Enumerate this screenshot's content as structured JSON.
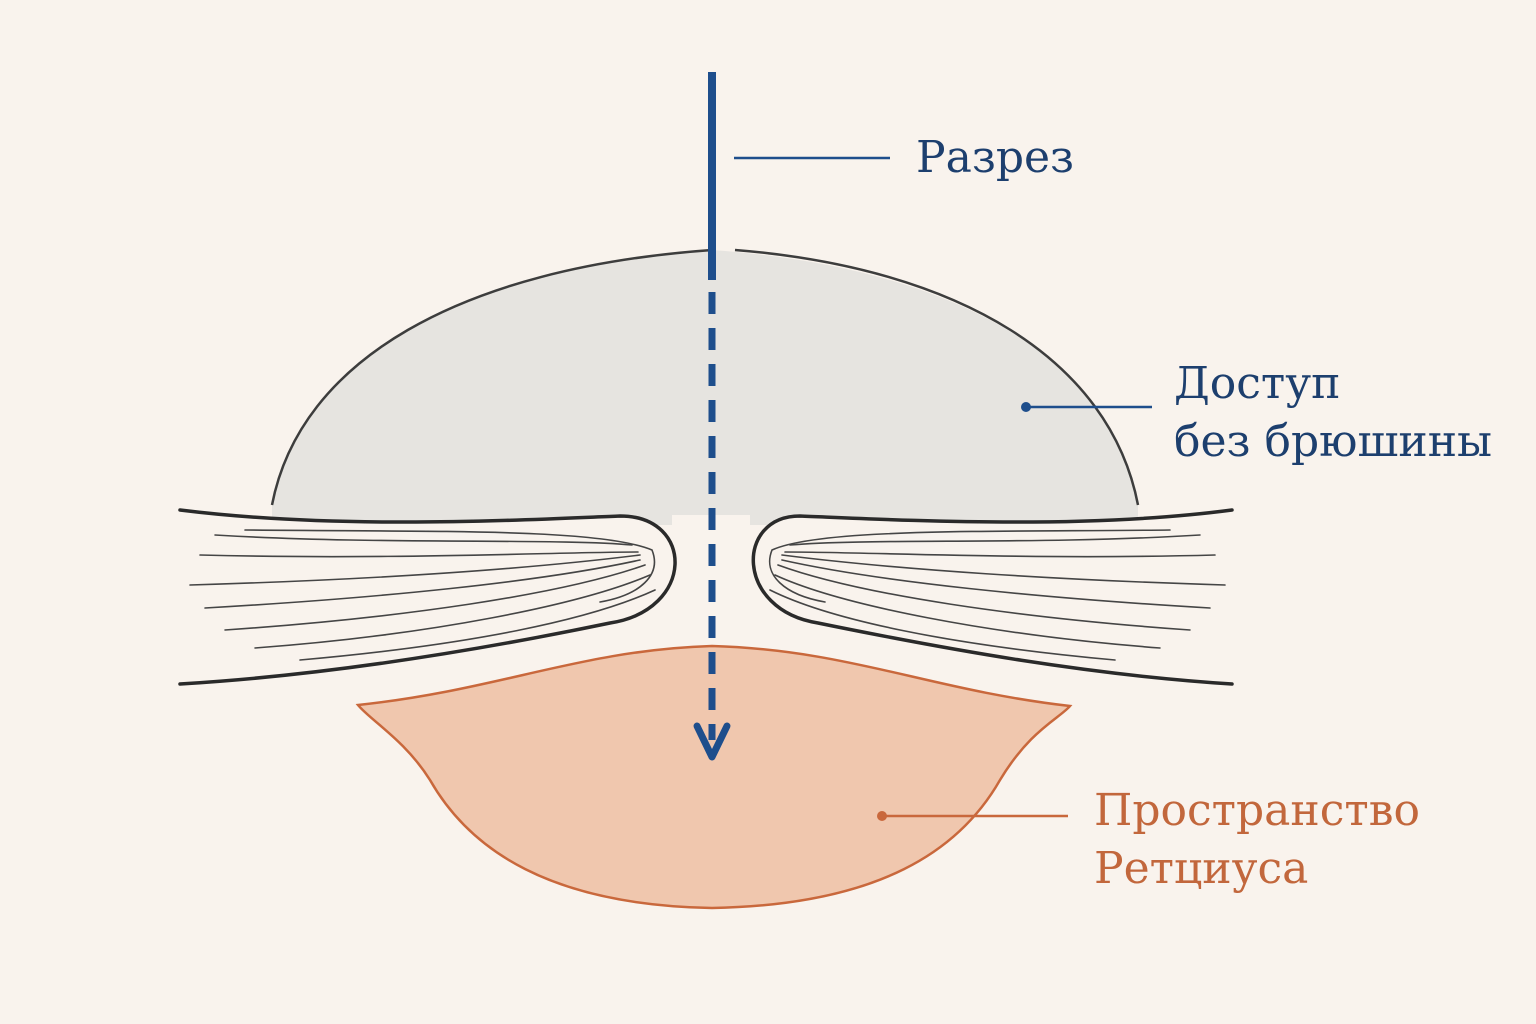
{
  "colors": {
    "background": "#f9f3ed",
    "peritoneum_fill": "#e6e4e0",
    "outline": "#3d3d3d",
    "muscle_lines": "#454545",
    "incision": "#1e4e8c",
    "label_blue": "#1d3f6e",
    "retzius_fill": "#f0c7ae",
    "retzius_stroke": "#c9683c",
    "label_orange": "#c2673c"
  },
  "labels": {
    "incision": "Разрез",
    "extraperitoneal_line1": "Доступ",
    "extraperitoneal_line2": "без брюшины",
    "retzius_line1": "Пространство",
    "retzius_line2": "Ретциуса"
  },
  "icons": {
    "incision_arrow": "arrow-down-icon"
  }
}
